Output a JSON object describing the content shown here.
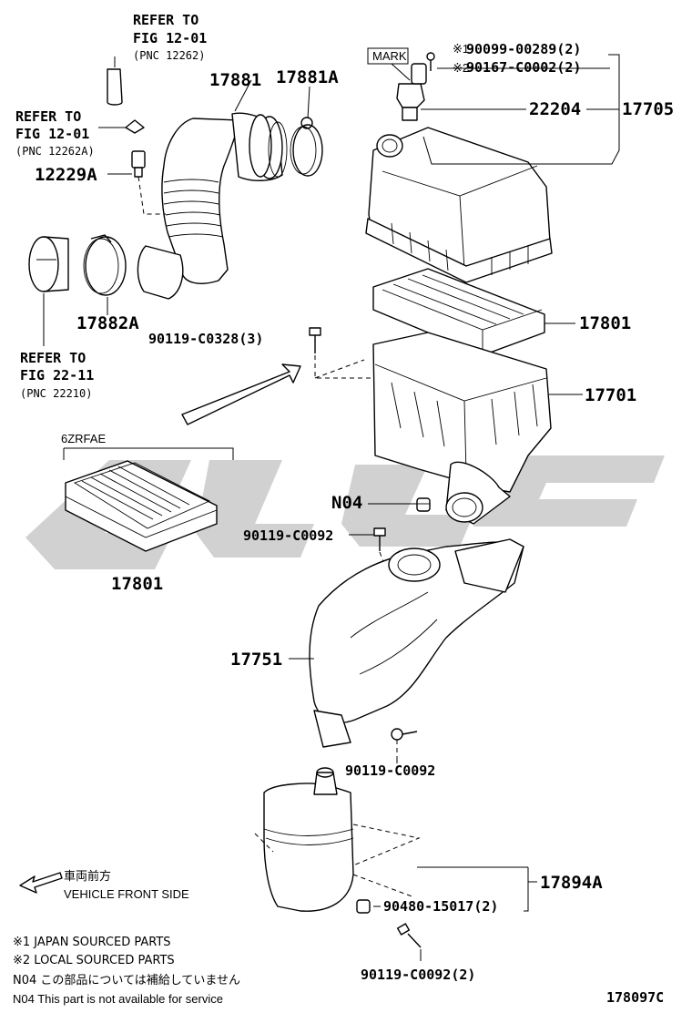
{
  "refs": {
    "fig_12_01_top": [
      "REFER TO",
      "FIG 12-01",
      "(PNC 12262)"
    ],
    "fig_12_01_left": [
      "REFER TO",
      "FIG 12-01",
      "(PNC 12262A)"
    ],
    "fig_22_11": [
      "REFER TO",
      "FIG 22-11",
      "(PNC 22210)"
    ]
  },
  "parts": {
    "p17881": "17881",
    "p17881A": "17881A",
    "p12229A": "12229A",
    "p17882A": "17882A",
    "p9009900289": "90099-00289(2)",
    "p90167C0002": "90167-C0002(2)",
    "p22204": "22204",
    "p17705": "17705",
    "p17801_top": "17801",
    "p90119C0328": "90119-C0328(3)",
    "p17701": "17701",
    "p17801_bottom": "17801",
    "pN04": "N04",
    "p90119C0092_a": "90119-C0092",
    "p17751": "17751",
    "p90119C0092_b": "90119-C0092",
    "p17894A": "17894A",
    "p9048015017": "90480-15017(2)",
    "p90119C0092_c": "90119-C0092(2)"
  },
  "marks": {
    "star1": "※1",
    "star2": "※2",
    "mark_label": "MARK"
  },
  "variant_label": "6ZRFAE",
  "direction": {
    "jp": "車両前方",
    "en": "VEHICLE FRONT SIDE"
  },
  "legend": {
    "l1": "※1 JAPAN SOURCED PARTS",
    "l2": "※2 LOCAL SOURCED PARTS",
    "l3": "N04  この部品については補給していません",
    "l4": "N04  This part is not available for service"
  },
  "figure_id": "178097C",
  "colors": {
    "line": "#000000",
    "watermark": "#c9c9c9"
  }
}
